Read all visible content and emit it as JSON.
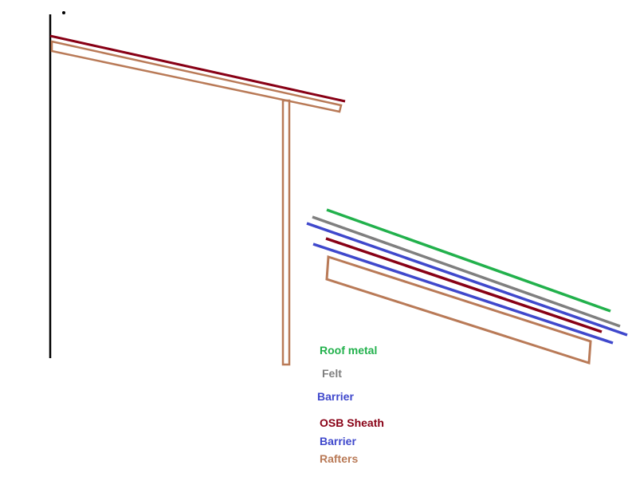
{
  "colors": {
    "roof_metal": "#22b14c",
    "felt": "#7f7f7f",
    "barrier": "#3f48cc",
    "osb_sheath": "#880015",
    "rafters": "#b97a57",
    "wall": "#000000"
  },
  "legend": {
    "roof_metal": "Roof metal",
    "felt": "Felt",
    "barrier_upper": "Barrier",
    "osb_sheath": "OSB Sheath",
    "barrier_lower": "Barrier",
    "rafters": "Rafters"
  }
}
